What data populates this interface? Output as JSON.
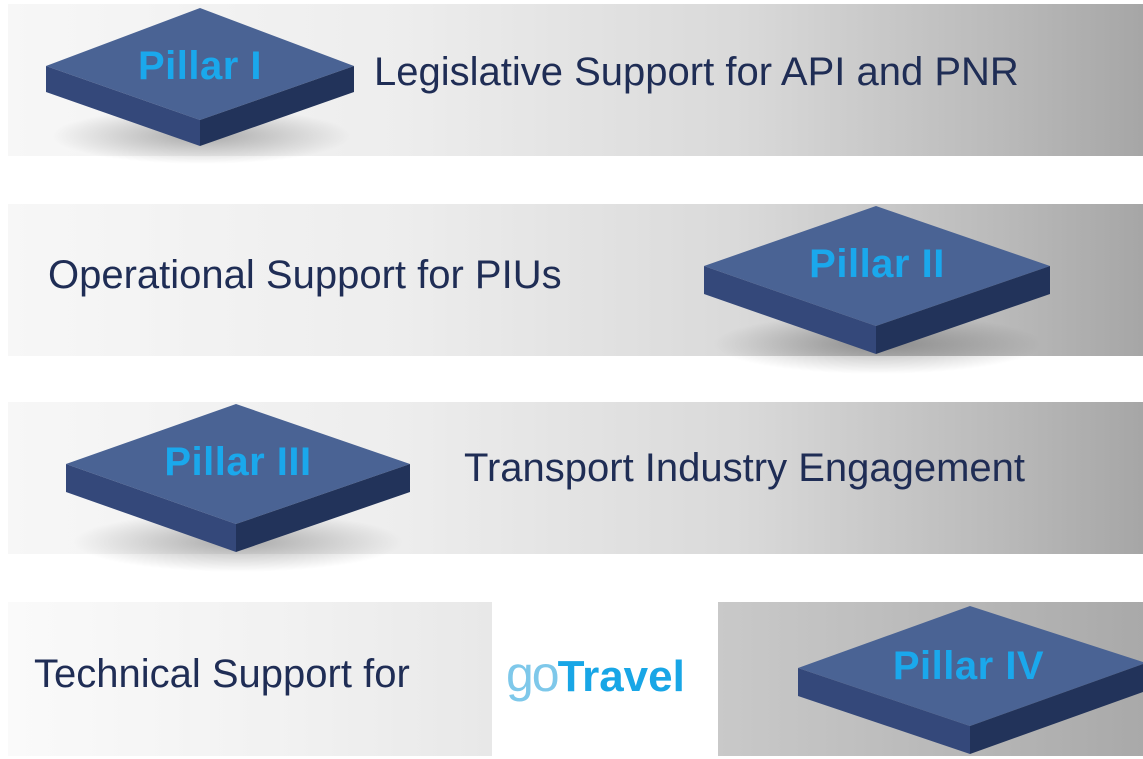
{
  "colors": {
    "pillar_top": "#4a6394",
    "pillar_side": "#2a3c65",
    "pillar_label": "#1aa8ec",
    "band_text": "#1f2d55",
    "logo_go": "#7ec8ea",
    "logo_travel": "#18a6e6"
  },
  "rows": [
    {
      "pillar": "Pillar I",
      "text": "Legislative Support for API and PNR"
    },
    {
      "pillar": "Pillar II",
      "text": "Operational Support for PIUs"
    },
    {
      "pillar": "Pillar III",
      "text": "Transport Industry Engagement"
    },
    {
      "pillar": "Pillar IV",
      "text": "Technical Support for",
      "logo": {
        "go": "go",
        "travel": "Travel"
      }
    }
  ]
}
